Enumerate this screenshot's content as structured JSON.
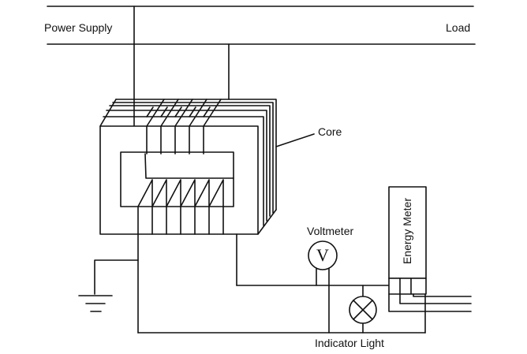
{
  "labels": {
    "power_supply": "Power Supply",
    "load": "Load",
    "core": "Core",
    "voltmeter": "Voltmeter",
    "voltmeter_symbol": "V",
    "energy_meter": "Energy Meter",
    "indicator_light": "Indicator Light"
  }
}
